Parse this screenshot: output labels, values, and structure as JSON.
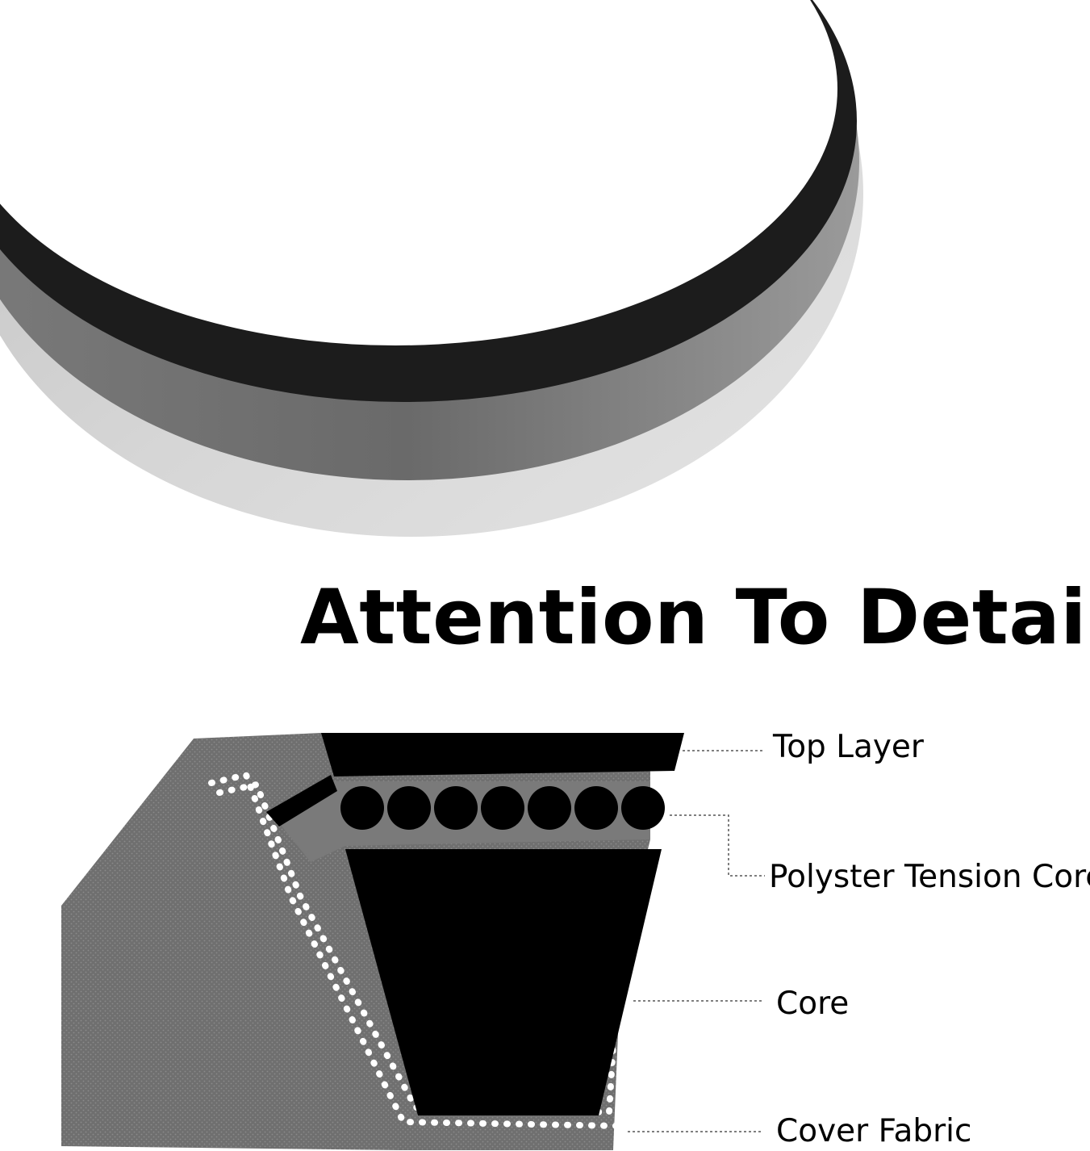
{
  "headline": "Attention To Detail",
  "layers": [
    {
      "label": "Top Layer"
    },
    {
      "label": "Polyster Tension Core"
    },
    {
      "label": "Core"
    },
    {
      "label": "Cover Fabric"
    }
  ],
  "colors": {
    "belt_dark": "#1a1a1a",
    "belt_fabric_dark": "#6d6d6d",
    "belt_fabric_light": "#c4c4c4",
    "cover_fabric": "#6e6e6e",
    "tension_band": "#7a7a7a",
    "core": "#000000",
    "leader_line": "#555555"
  }
}
